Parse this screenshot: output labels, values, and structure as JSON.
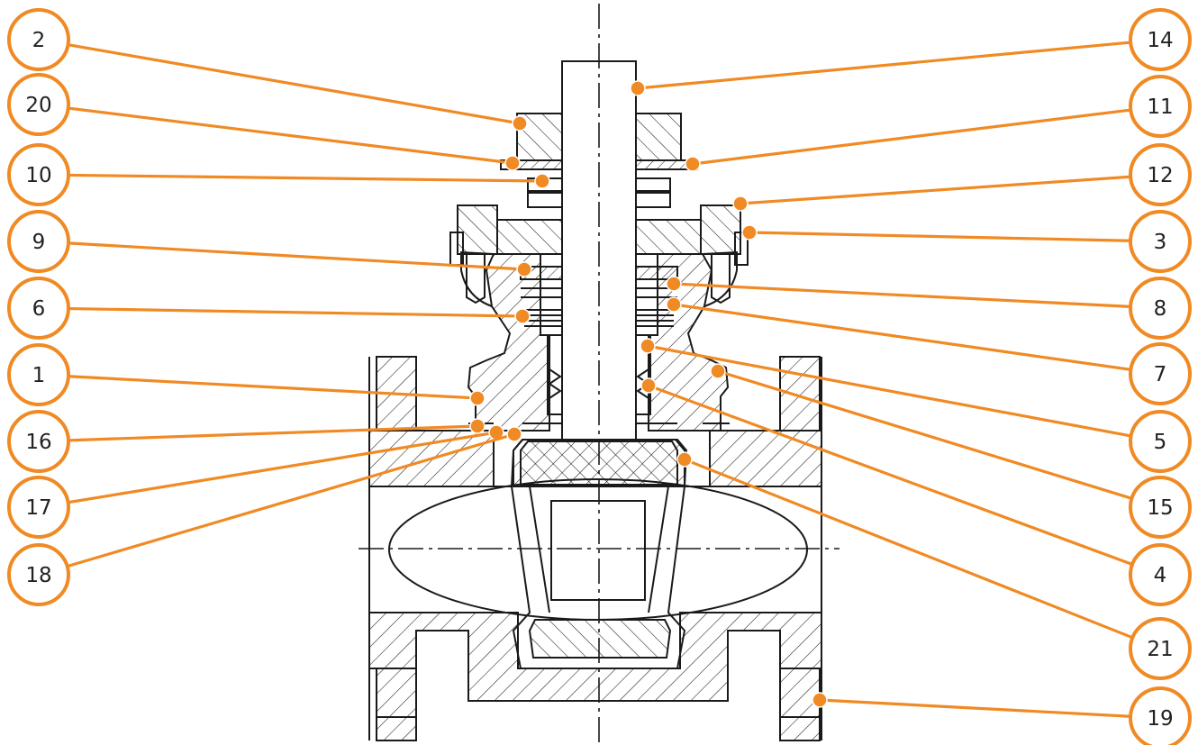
{
  "colors": {
    "accent": "#f08a24",
    "line": "#1a1a1a",
    "background": "#ffffff"
  },
  "callouts": [
    {
      "id": "2",
      "label": "2"
    },
    {
      "id": "20",
      "label": "20"
    },
    {
      "id": "10",
      "label": "10"
    },
    {
      "id": "9",
      "label": "9"
    },
    {
      "id": "6",
      "label": "6"
    },
    {
      "id": "1",
      "label": "1"
    },
    {
      "id": "16",
      "label": "16"
    },
    {
      "id": "17",
      "label": "17"
    },
    {
      "id": "18",
      "label": "18"
    },
    {
      "id": "14",
      "label": "14"
    },
    {
      "id": "11",
      "label": "11"
    },
    {
      "id": "12",
      "label": "12"
    },
    {
      "id": "3",
      "label": "3"
    },
    {
      "id": "8",
      "label": "8"
    },
    {
      "id": "7",
      "label": "7"
    },
    {
      "id": "5",
      "label": "5"
    },
    {
      "id": "15",
      "label": "15"
    },
    {
      "id": "4",
      "label": "4"
    },
    {
      "id": "21",
      "label": "21"
    },
    {
      "id": "19",
      "label": "19"
    }
  ]
}
